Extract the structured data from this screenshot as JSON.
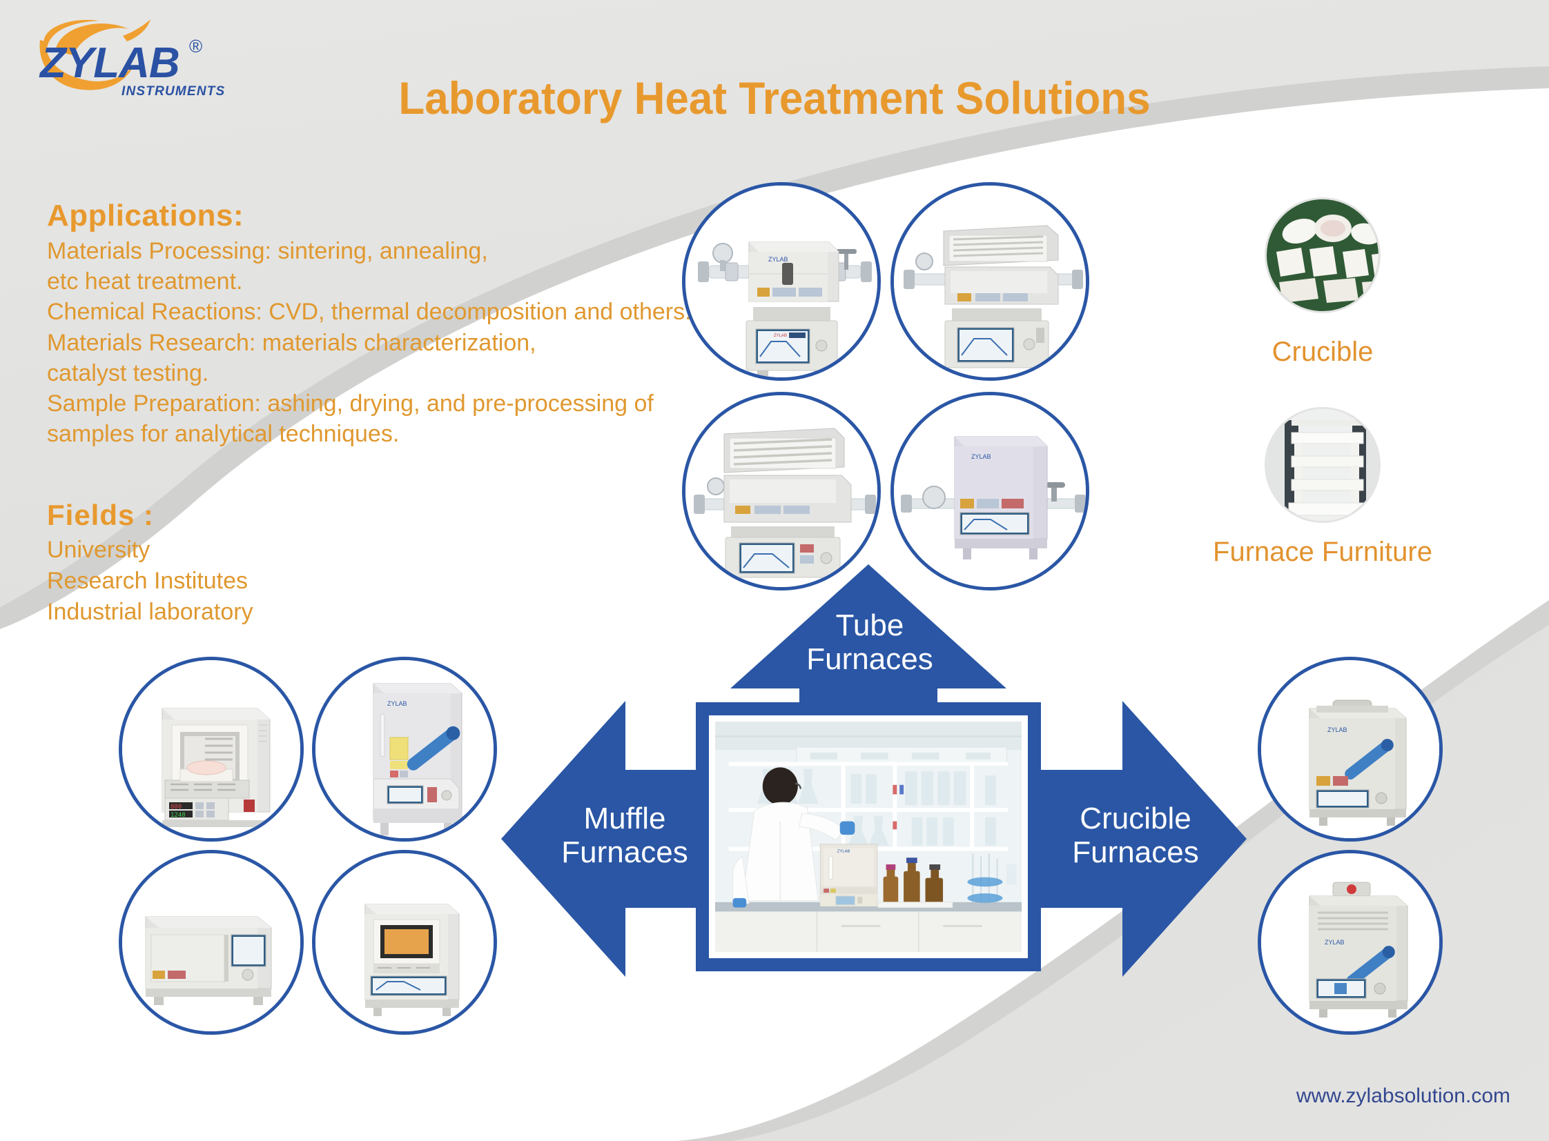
{
  "brand": {
    "logo_text": "ZYLAB",
    "logo_registered": "®",
    "logo_subtitle": "INSTRUMENTS",
    "accent_orange": "#e8992e",
    "accent_blue": "#2a56a5",
    "logo_blue": "#2a51a3"
  },
  "header": {
    "title": "Laboratory Heat Treatment Solutions"
  },
  "applications": {
    "heading": "Applications:",
    "lines": [
      "Materials Processing: sintering, annealing,",
      "etc heat treatment.",
      "Chemical Reactions: CVD, thermal decomposition and others.",
      "Materials Research: materials characterization,",
      "catalyst testing.",
      "Sample Preparation: ashing, drying, and pre-processing of",
      "samples for analytical techniques."
    ]
  },
  "fields": {
    "heading": "Fields :",
    "lines": [
      "University",
      "Research Institutes",
      "Industrial laboratory"
    ]
  },
  "arrows": {
    "up": {
      "label": "Tube\nFurnaces",
      "direction": "up"
    },
    "left": {
      "label": "Muffle\nFurnaces",
      "direction": "left"
    },
    "right": {
      "label": "Crucible\nFurnaces",
      "direction": "right"
    }
  },
  "center_photo": {
    "alt": "Scientist in white lab coat working with a ZYLAB muffle furnace in a laboratory"
  },
  "product_groups": {
    "tube": [
      {
        "alt": "Horizontal tube furnace with gas valves and touch controller"
      },
      {
        "alt": "Open split tube furnace with heating element visible"
      },
      {
        "alt": "Split tube furnace opened showing ceramic heater"
      },
      {
        "alt": "Compact tube furnace with vacuum flanges and keypad"
      }
    ],
    "muffle": [
      {
        "alt": "Bench top muffle furnace with door open and ceramic crucible"
      },
      {
        "alt": "Tall floor-standing muffle furnace with touch panel"
      },
      {
        "alt": "Wide chamber muffle furnace with side controller"
      },
      {
        "alt": "Box muffle furnace with open chamber and display"
      }
    ],
    "crucible": [
      {
        "alt": "Top-loading crucible furnace with lid handle"
      },
      {
        "alt": "Crucible furnace with red indicator and control panel"
      }
    ]
  },
  "right_column": {
    "items": [
      {
        "label": "Crucible",
        "alt": "White ceramic crucibles and boats on green cloth"
      },
      {
        "label": "Furnace Furniture",
        "alt": "Stacked white ceramic furnace shelves and posts"
      }
    ]
  },
  "footer": {
    "url": "www.zylabsolution.com"
  }
}
